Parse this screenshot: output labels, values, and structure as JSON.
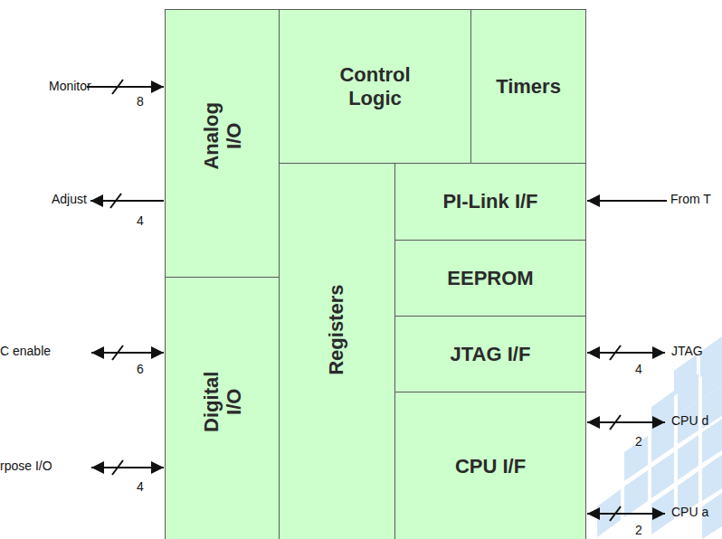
{
  "diagram": {
    "nodes": [
      {
        "text": [
          "Analog I/O"
        ]
      },
      {
        "text": [
          "Control Logic"
        ]
      },
      {
        "text": [
          "Timers"
        ]
      },
      {
        "text": [
          "Digital I/O"
        ]
      },
      {
        "text": [
          "Registers"
        ]
      },
      {
        "text": [
          "PI-Link I/F"
        ]
      },
      {
        "text": [
          "EEPROM"
        ]
      },
      {
        "text": [
          "JTAG I/F"
        ]
      },
      {
        "text": [
          "CPU I/F"
        ]
      }
    ],
    "labels": [
      "Monitor",
      "8",
      "Adjust",
      "4",
      "C enable",
      "6",
      "rpose I/O",
      "4",
      "From T",
      "JTAG",
      "4",
      "CPU d",
      "2",
      "CPU a",
      "2"
    ]
  }
}
